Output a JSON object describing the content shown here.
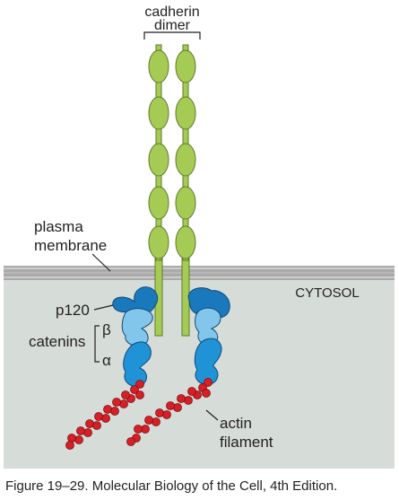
{
  "labels": {
    "cadherin_line1": "cadherin",
    "cadherin_line2": "dimer",
    "plasma_line1": "plasma",
    "plasma_line2": "membrane",
    "cytosol": "CYTOSOL",
    "p120": "p120",
    "catenins": "catenins",
    "beta": "β",
    "alpha": "α",
    "actin_line1": "actin",
    "actin_line2": "filament"
  },
  "caption": "Figure 19–29. Molecular Biology of the Cell, 4th Edition.",
  "colors": {
    "cadherin": "#a6cb55",
    "cadherin_stroke": "#5e7a2a",
    "membrane": "#a9aaa9",
    "cytosol": "#d6dcd8",
    "p120": "#1a78bd",
    "beta_catenin": "#82c6ec",
    "alpha_catenin": "#1f93d6",
    "actin": "#d71f26"
  }
}
